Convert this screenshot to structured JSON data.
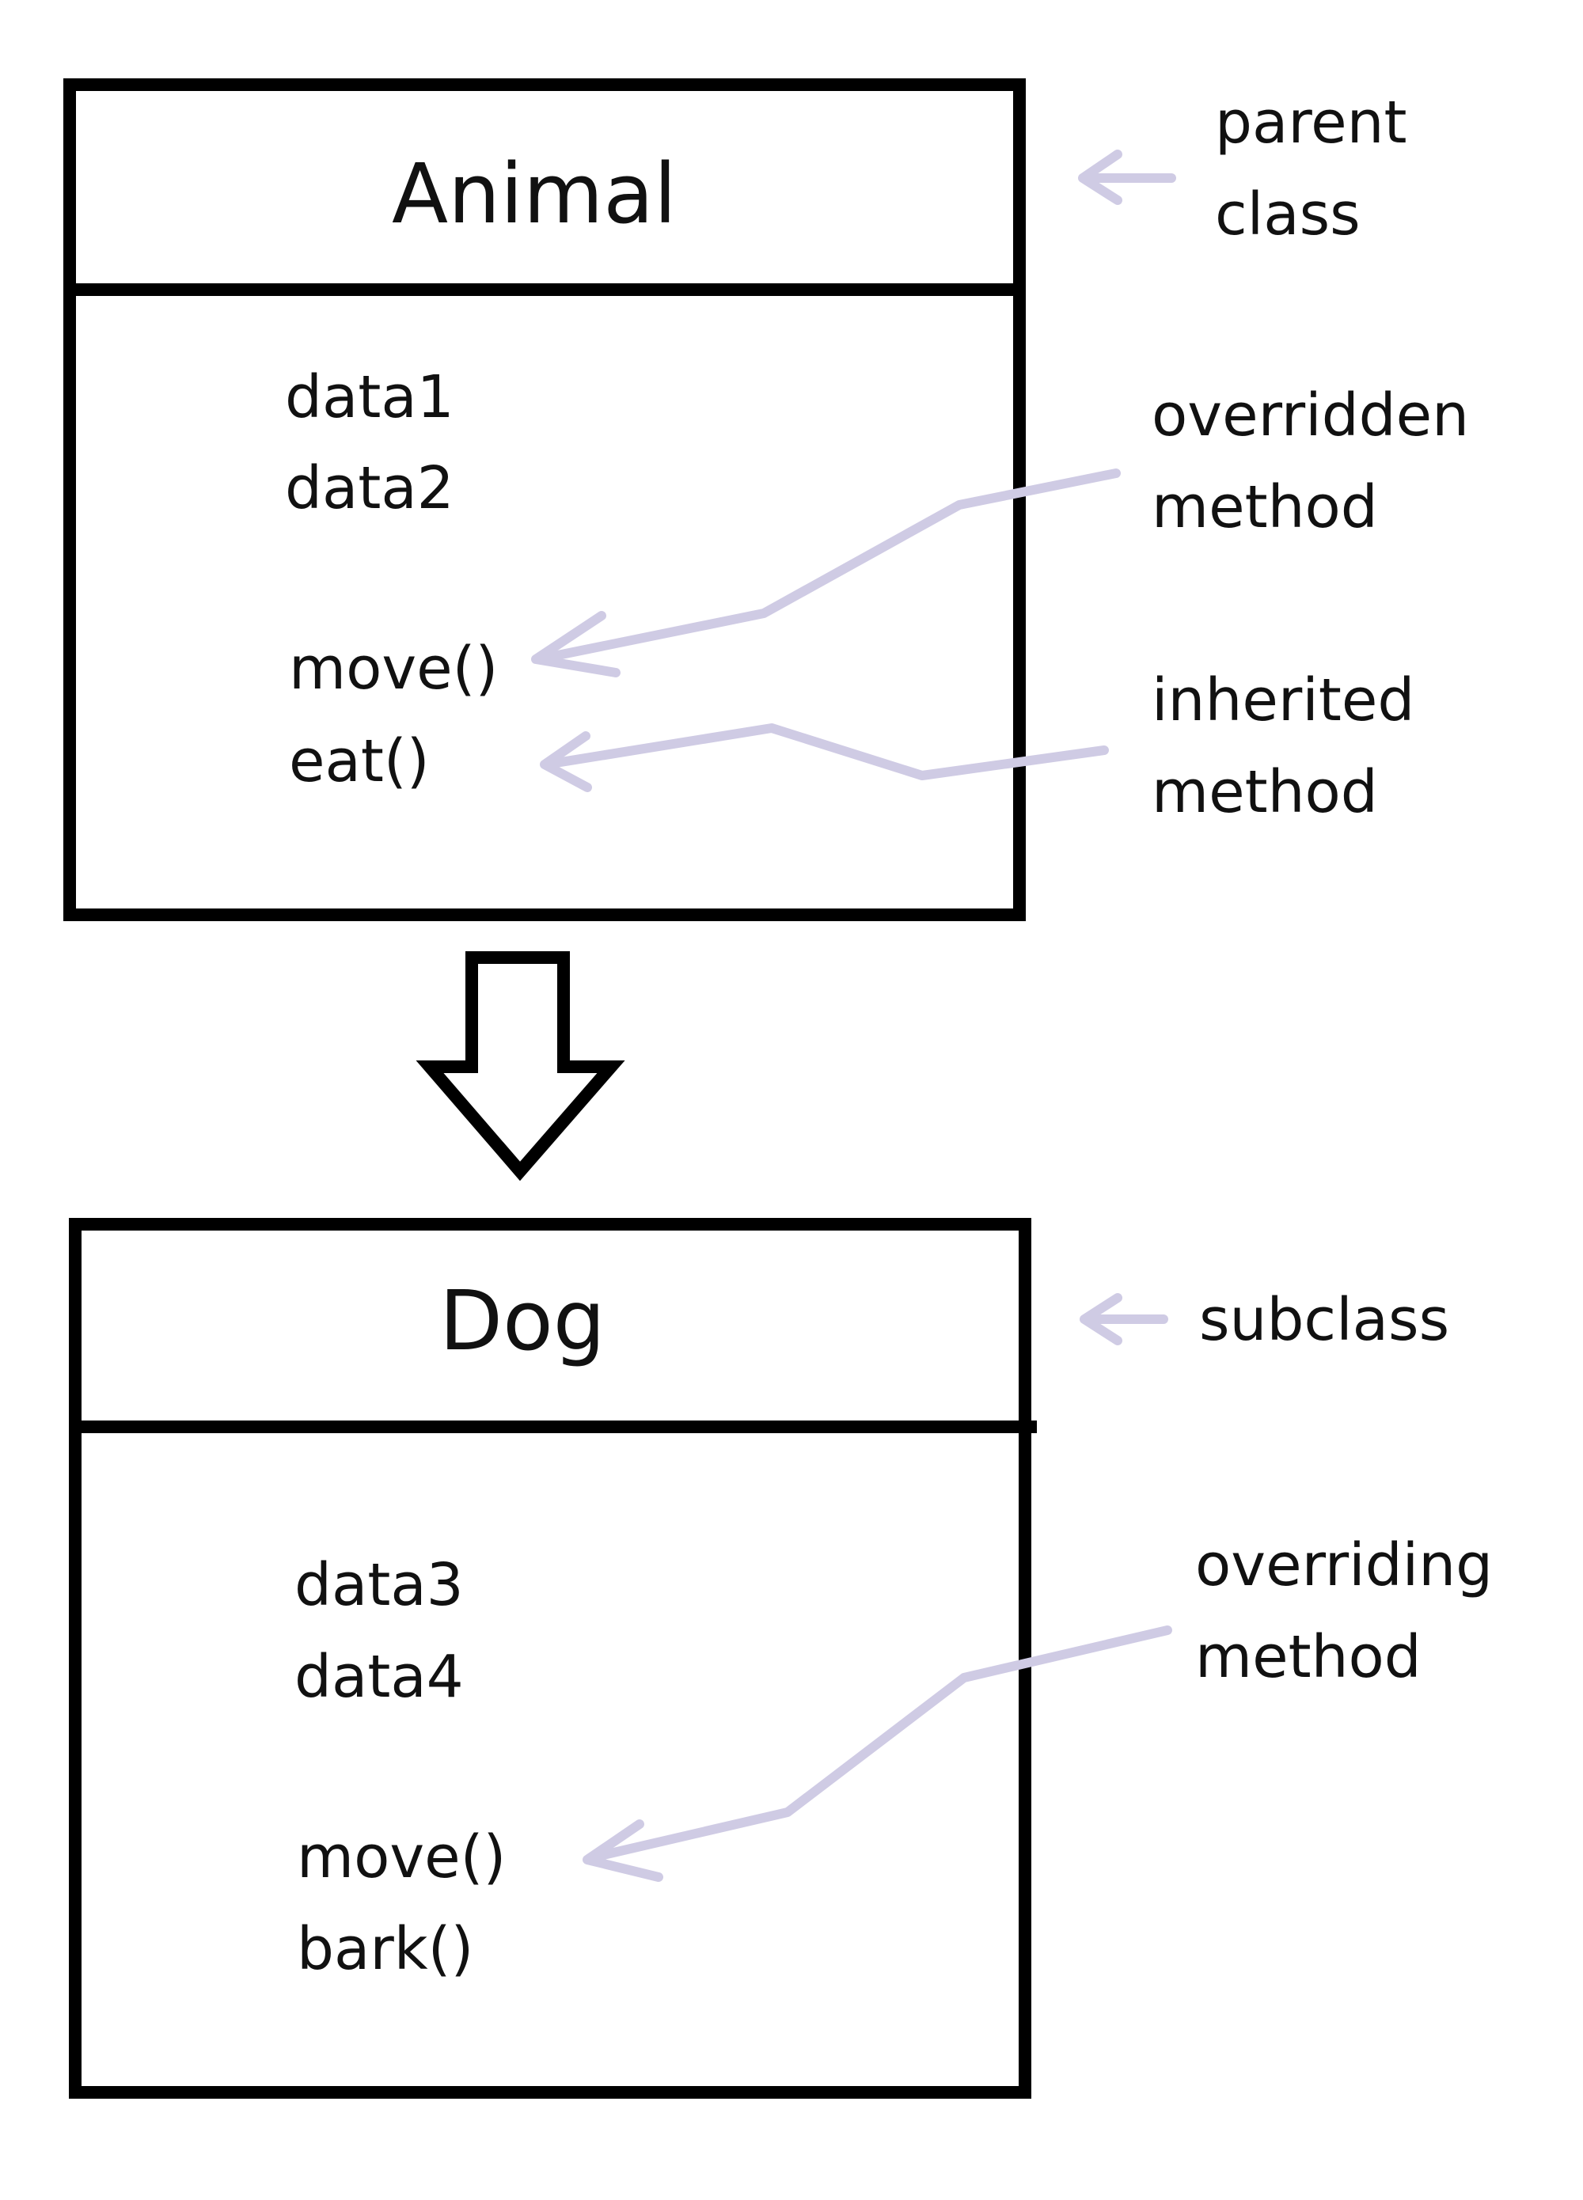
{
  "colors": {
    "line": "#000000",
    "annotation_arrow": "#cfcbe4",
    "text": "#111111"
  },
  "parent": {
    "name": "Animal",
    "data": [
      "data1",
      "data2"
    ],
    "methods": [
      "move()",
      "eat()"
    ]
  },
  "child": {
    "name": "Dog",
    "data": [
      "data3",
      "data4"
    ],
    "methods": [
      "move()",
      "bark()"
    ]
  },
  "annotations": {
    "parent_class": "parent\nclass",
    "overridden_method": "overridden\nmethod",
    "inherited_method": "inherited\nmethod",
    "subclass": "subclass",
    "overriding_method": "overriding\nmethod"
  }
}
